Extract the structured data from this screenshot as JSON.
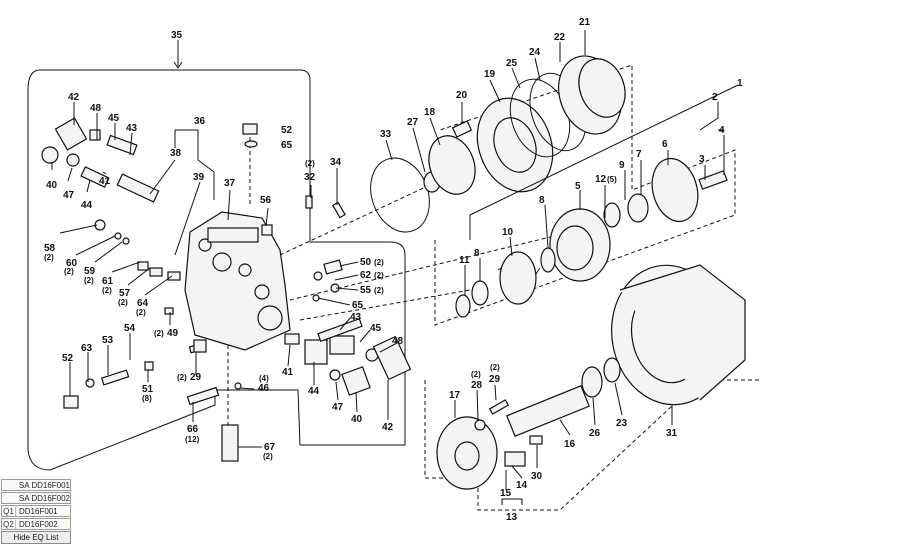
{
  "parts": [
    {
      "id": "p35",
      "label": "35"
    },
    {
      "id": "p42a",
      "label": "42"
    },
    {
      "id": "p48a",
      "label": "48"
    },
    {
      "id": "p45a",
      "label": "45"
    },
    {
      "id": "p43a",
      "label": "43"
    },
    {
      "id": "p36",
      "label": "36"
    },
    {
      "id": "p38",
      "label": "38"
    },
    {
      "id": "p52a",
      "label": "52"
    },
    {
      "id": "p65a",
      "label": "65"
    },
    {
      "id": "p40a",
      "label": "40"
    },
    {
      "id": "p47a",
      "label": "47"
    },
    {
      "id": "p44a",
      "label": "44"
    },
    {
      "id": "p41a",
      "label": "41"
    },
    {
      "id": "p39",
      "label": "39"
    },
    {
      "id": "p37",
      "label": "37"
    },
    {
      "id": "p32",
      "label": "32"
    },
    {
      "id": "p34",
      "label": "34"
    },
    {
      "id": "p56",
      "label": "56"
    },
    {
      "id": "p58",
      "label": "58"
    },
    {
      "id": "p60",
      "label": "60"
    },
    {
      "id": "p59",
      "label": "59"
    },
    {
      "id": "p61",
      "label": "61"
    },
    {
      "id": "p57",
      "label": "57"
    },
    {
      "id": "p64",
      "label": "64"
    },
    {
      "id": "p50",
      "label": "50"
    },
    {
      "id": "p62",
      "label": "62"
    },
    {
      "id": "p55",
      "label": "55"
    },
    {
      "id": "p65b",
      "label": "65"
    },
    {
      "id": "p43b",
      "label": "43"
    },
    {
      "id": "p45b",
      "label": "45"
    },
    {
      "id": "p48b",
      "label": "48"
    },
    {
      "id": "p49",
      "label": "49"
    },
    {
      "id": "p54",
      "label": "54"
    },
    {
      "id": "p53",
      "label": "53"
    },
    {
      "id": "p63",
      "label": "63"
    },
    {
      "id": "p52b",
      "label": "52"
    },
    {
      "id": "p51",
      "label": "51"
    },
    {
      "id": "p29a",
      "label": "29"
    },
    {
      "id": "p41b",
      "label": "41"
    },
    {
      "id": "p44b",
      "label": "44"
    },
    {
      "id": "p47b",
      "label": "47"
    },
    {
      "id": "p40b",
      "label": "40"
    },
    {
      "id": "p42b",
      "label": "42"
    },
    {
      "id": "p46",
      "label": "46"
    },
    {
      "id": "p66",
      "label": "66"
    },
    {
      "id": "p67",
      "label": "67"
    },
    {
      "id": "p33",
      "label": "33"
    },
    {
      "id": "p27",
      "label": "27"
    },
    {
      "id": "p18",
      "label": "18"
    },
    {
      "id": "p20",
      "label": "20"
    },
    {
      "id": "p19",
      "label": "19"
    },
    {
      "id": "p25",
      "label": "25"
    },
    {
      "id": "p24",
      "label": "24"
    },
    {
      "id": "p22",
      "label": "22"
    },
    {
      "id": "p21",
      "label": "21"
    },
    {
      "id": "p1",
      "label": "1"
    },
    {
      "id": "p2",
      "label": "2"
    },
    {
      "id": "p4",
      "label": "4"
    },
    {
      "id": "p3",
      "label": "3"
    },
    {
      "id": "p6",
      "label": "6"
    },
    {
      "id": "p7",
      "label": "7"
    },
    {
      "id": "p9",
      "label": "9"
    },
    {
      "id": "p12",
      "label": "12"
    },
    {
      "id": "p5",
      "label": "5"
    },
    {
      "id": "p8a",
      "label": "8"
    },
    {
      "id": "p10",
      "label": "10"
    },
    {
      "id": "p8b",
      "label": "8"
    },
    {
      "id": "p11",
      "label": "11"
    },
    {
      "id": "p17",
      "label": "17"
    },
    {
      "id": "p28",
      "label": "28"
    },
    {
      "id": "p29b",
      "label": "29"
    },
    {
      "id": "p16",
      "label": "16"
    },
    {
      "id": "p26",
      "label": "26"
    },
    {
      "id": "p23",
      "label": "23"
    },
    {
      "id": "p31",
      "label": "31"
    },
    {
      "id": "p30",
      "label": "30"
    },
    {
      "id": "p14",
      "label": "14"
    },
    {
      "id": "p15",
      "label": "15"
    },
    {
      "id": "p13",
      "label": "13"
    }
  ],
  "quantities": [
    {
      "id": "q32",
      "text": "(2)"
    },
    {
      "id": "q58",
      "text": "(2)"
    },
    {
      "id": "q60",
      "text": "(2)"
    },
    {
      "id": "q59",
      "text": "(2)"
    },
    {
      "id": "q61",
      "text": "(2)"
    },
    {
      "id": "q57",
      "text": "(2)"
    },
    {
      "id": "q64",
      "text": "(2)"
    },
    {
      "id": "q50",
      "text": "(2)"
    },
    {
      "id": "q62",
      "text": "(2)"
    },
    {
      "id": "q55",
      "text": "(2)"
    },
    {
      "id": "q49",
      "text": "(2)"
    },
    {
      "id": "q51",
      "text": "(8)"
    },
    {
      "id": "q29a",
      "text": "(2)"
    },
    {
      "id": "q46",
      "text": "(4)"
    },
    {
      "id": "q66",
      "text": "(12)"
    },
    {
      "id": "q67",
      "text": "(2)"
    },
    {
      "id": "q12",
      "text": "(5)"
    },
    {
      "id": "q28",
      "text": "(2)"
    },
    {
      "id": "q29b",
      "text": "(2)"
    }
  ],
  "eq_panel": {
    "rows": [
      {
        "prefix": "",
        "code": "SA DD16F001"
      },
      {
        "prefix": "",
        "code": "SA DD16F002"
      },
      {
        "prefix": "Q1",
        "code": "DD16F001"
      },
      {
        "prefix": "Q2",
        "code": "DD16F002"
      }
    ],
    "hide_button": "Hide EQ List"
  }
}
